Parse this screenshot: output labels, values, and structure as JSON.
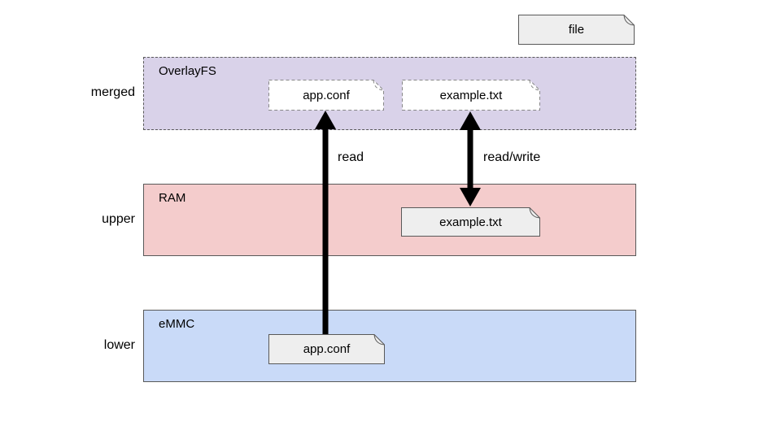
{
  "legend": {
    "file_label": "file"
  },
  "layers": [
    {
      "side_label": "merged",
      "band_label": "OverlayFS",
      "fill": "#d9d2e9",
      "border_style": "dashed",
      "files": [
        {
          "label": "app.conf",
          "variant": "merged-view"
        },
        {
          "label": "example.txt",
          "variant": "merged-view"
        }
      ]
    },
    {
      "side_label": "upper",
      "band_label": "RAM",
      "fill": "#f4cccc",
      "border_style": "solid",
      "files": [
        {
          "label": "example.txt",
          "variant": "stored"
        }
      ]
    },
    {
      "side_label": "lower",
      "band_label": "eMMC",
      "fill": "#c9daf8",
      "border_style": "solid",
      "files": [
        {
          "label": "app.conf",
          "variant": "stored"
        }
      ]
    }
  ],
  "arrows": [
    {
      "label": "read",
      "direction": "up",
      "color": "#000000"
    },
    {
      "label": "read/write",
      "direction": "both",
      "color": "#000000"
    }
  ],
  "colors": {
    "merged_band": "#d9d2e9",
    "upper_band": "#f4cccc",
    "lower_band": "#c9daf8",
    "file_fill_gray": "#eeeeee",
    "file_fill_white": "#ffffff",
    "band_border": "#595959",
    "arrow": "#000000"
  }
}
